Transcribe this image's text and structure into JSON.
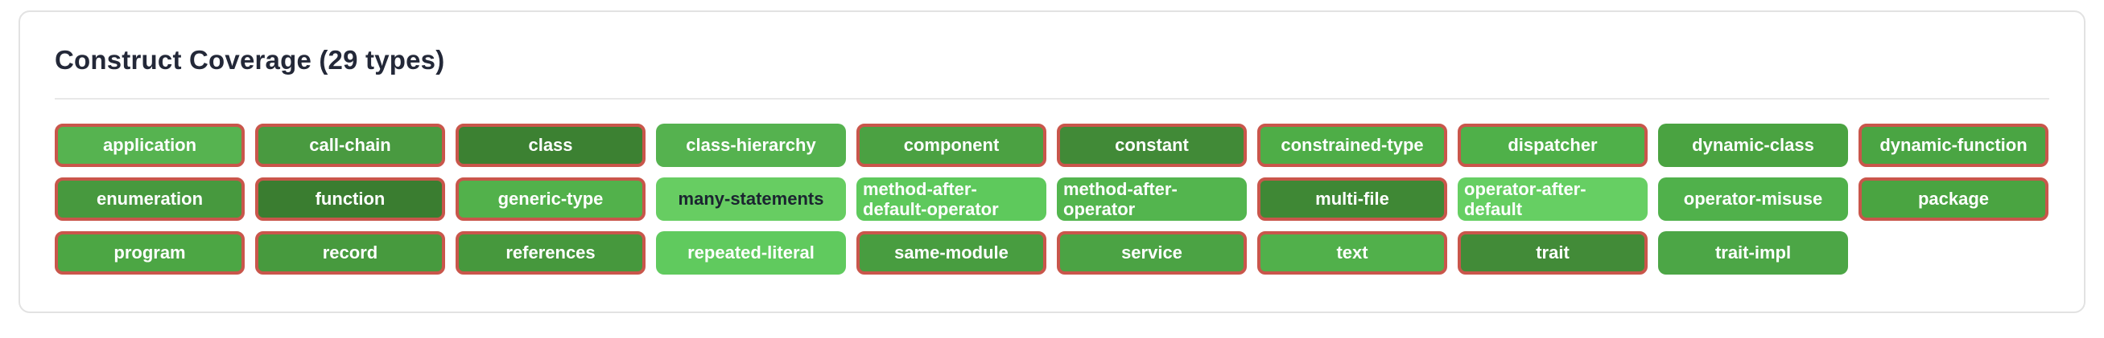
{
  "card": {
    "title": "Construct Coverage (29 types)"
  },
  "colors": {
    "flag_border": "#c9564b",
    "card_border": "#e2e2e2",
    "title": "#232838",
    "divider": "#e8e8e8"
  },
  "badges": [
    {
      "label": "application",
      "bg": "#56b350",
      "text_color": "#ffffff",
      "flagged": true
    },
    {
      "label": "call-chain",
      "bg": "#499a40",
      "text_color": "#ffffff",
      "flagged": true
    },
    {
      "label": "class",
      "bg": "#3c8132",
      "text_color": "#ffffff",
      "flagged": true
    },
    {
      "label": "class-hierarchy",
      "bg": "#55b24f",
      "text_color": "#ffffff",
      "flagged": false
    },
    {
      "label": "component",
      "bg": "#4ba142",
      "text_color": "#ffffff",
      "flagged": true
    },
    {
      "label": "constant",
      "bg": "#418a37",
      "text_color": "#ffffff",
      "flagged": true
    },
    {
      "label": "constrained-type",
      "bg": "#4ead47",
      "text_color": "#ffffff",
      "flagged": true
    },
    {
      "label": "dispatcher",
      "bg": "#4fb049",
      "text_color": "#ffffff",
      "flagged": true
    },
    {
      "label": "dynamic-class",
      "bg": "#4aa341",
      "text_color": "#ffffff",
      "flagged": false
    },
    {
      "label": "dynamic-function",
      "bg": "#4aa543",
      "text_color": "#ffffff",
      "flagged": true
    },
    {
      "label": "enumeration",
      "bg": "#47993e",
      "text_color": "#ffffff",
      "flagged": true
    },
    {
      "label": "function",
      "bg": "#3a7d30",
      "text_color": "#ffffff",
      "flagged": true
    },
    {
      "label": "generic-type",
      "bg": "#52b14b",
      "text_color": "#ffffff",
      "flagged": true
    },
    {
      "label": "many-statements",
      "bg": "#67cd62",
      "text_color": "#1b2430",
      "flagged": false
    },
    {
      "label": "method-after-default-operator",
      "bg": "#5ec95c",
      "text_color": "#ffffff",
      "flagged": false
    },
    {
      "label": "method-after-operator",
      "bg": "#53b54e",
      "text_color": "#ffffff",
      "flagged": false
    },
    {
      "label": "multi-file",
      "bg": "#3f8835",
      "text_color": "#ffffff",
      "flagged": true
    },
    {
      "label": "operator-after-default",
      "bg": "#66cf63",
      "text_color": "#ffffff",
      "flagged": false
    },
    {
      "label": "operator-misuse",
      "bg": "#50b14b",
      "text_color": "#ffffff",
      "flagged": false
    },
    {
      "label": "package",
      "bg": "#4aa441",
      "text_color": "#ffffff",
      "flagged": true
    },
    {
      "label": "program",
      "bg": "#4ca644",
      "text_color": "#ffffff",
      "flagged": true
    },
    {
      "label": "record",
      "bg": "#479a3e",
      "text_color": "#ffffff",
      "flagged": true
    },
    {
      "label": "references",
      "bg": "#46983d",
      "text_color": "#ffffff",
      "flagged": true
    },
    {
      "label": "repeated-literal",
      "bg": "#60ca5e",
      "text_color": "#ffffff",
      "flagged": false
    },
    {
      "label": "same-module",
      "bg": "#489d40",
      "text_color": "#ffffff",
      "flagged": true
    },
    {
      "label": "service",
      "bg": "#4ba344",
      "text_color": "#ffffff",
      "flagged": true
    },
    {
      "label": "text",
      "bg": "#51b04b",
      "text_color": "#ffffff",
      "flagged": true
    },
    {
      "label": "trait",
      "bg": "#428b38",
      "text_color": "#ffffff",
      "flagged": true
    },
    {
      "label": "trait-impl",
      "bg": "#4ca646",
      "text_color": "#ffffff",
      "flagged": false
    }
  ]
}
